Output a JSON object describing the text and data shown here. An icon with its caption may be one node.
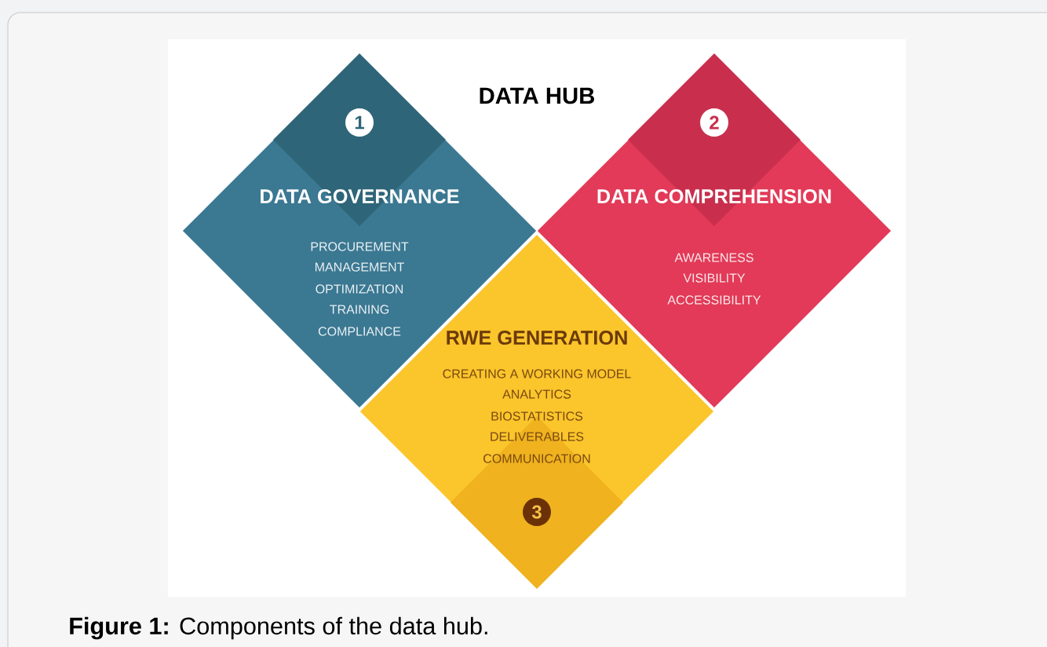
{
  "diagram": {
    "title": "DATA HUB",
    "caption": "**Figure 1:** Components of the data hub.",
    "nodes": [
      {
        "text": [
          "1",
          "DATA GOVERNANCE",
          "PROCUREMENT",
          "MANAGEMENT",
          "OPTIMIZATION",
          "TRAINING",
          "COMPLIANCE"
        ]
      },
      {
        "text": [
          "2",
          "DATA COMPREHENSION",
          "AWARENESS",
          "VISIBILITY",
          "ACCESSIBILITY"
        ]
      },
      {
        "text": [
          "RWE GENERATION",
          "CREATING A WORKING MODEL",
          "ANALYTICS",
          "BIOSTATISTICS",
          "DELIVERABLES",
          "COMMUNICATION",
          "3"
        ]
      }
    ]
  }
}
